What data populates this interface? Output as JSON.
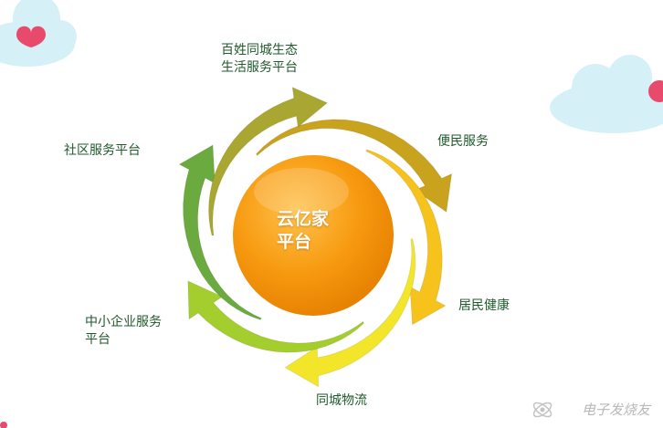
{
  "center": {
    "line1": "云亿家",
    "line2": "平台"
  },
  "segments": [
    {
      "line1": "百姓同城生态",
      "line2": "生活服务平台",
      "color": "#c9a21e"
    },
    {
      "line1": "便民服务",
      "line2": "",
      "color": "#f6c21c"
    },
    {
      "line1": "居民健康",
      "line2": "",
      "color": "#f2e52a"
    },
    {
      "line1": "同城物流",
      "line2": "",
      "color": "#a4cd2e"
    },
    {
      "line1": "中小企业服务",
      "line2": "平台",
      "color": "#6aaa3e"
    },
    {
      "line1": "社区服务平台",
      "line2": "",
      "color": "#a9a731"
    }
  ],
  "watermark": {
    "text": "电子发烧友",
    "icon": "electron-logo-icon"
  },
  "colors": {
    "center": "#f59a0c",
    "cloud": "#d6f0f8",
    "heart": "#e84a6c",
    "label": "#1f5a2c"
  }
}
